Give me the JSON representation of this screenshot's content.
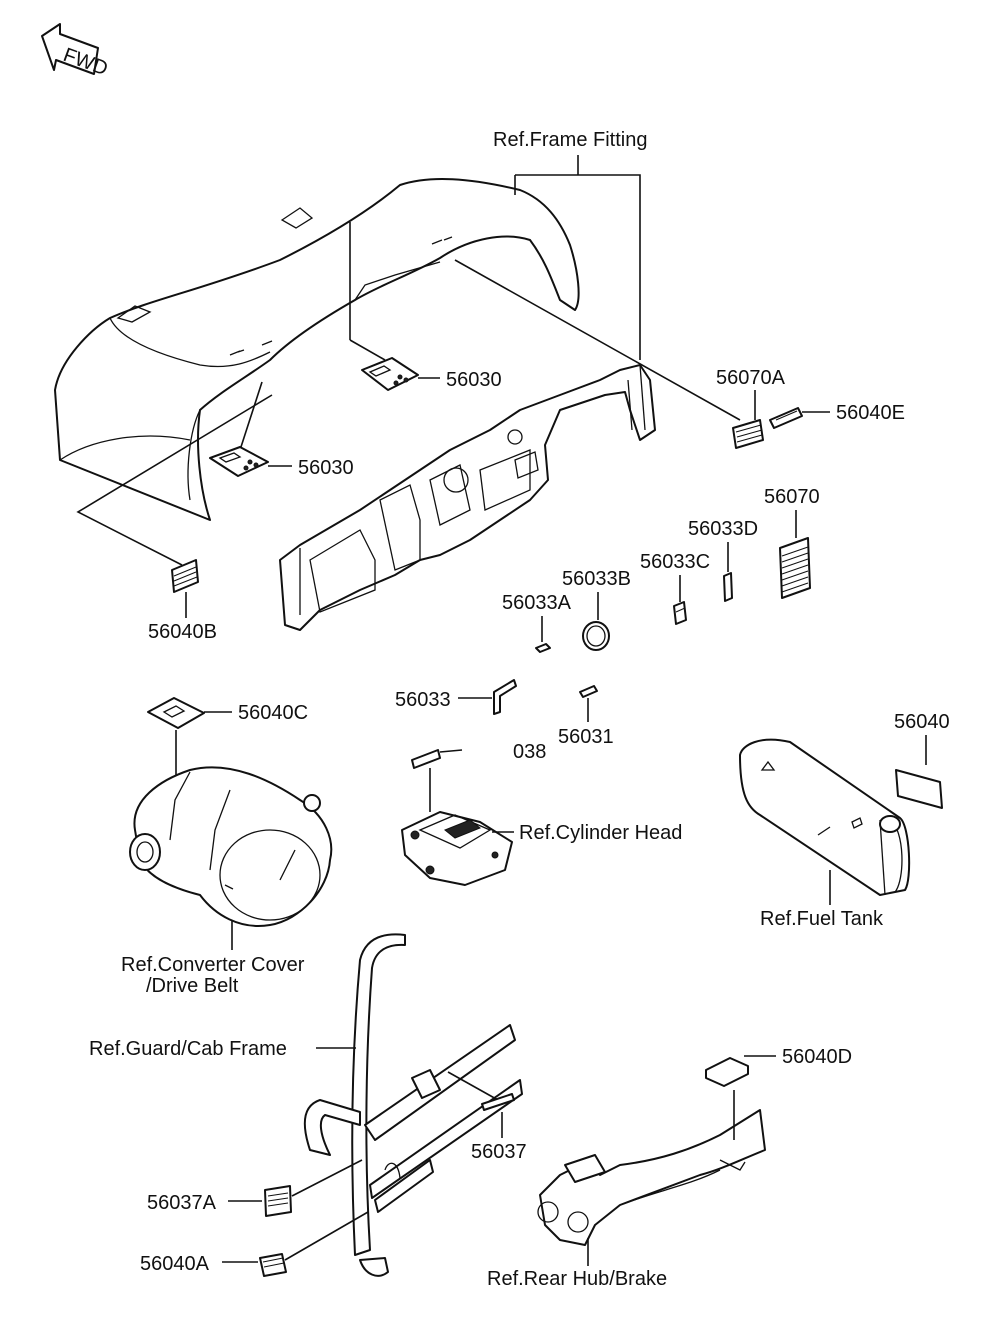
{
  "fwd_label": "FWD",
  "labels": {
    "ref_frame_fitting": "Ref.Frame Fitting",
    "p56030_top": "56030",
    "p56030_mid": "56030",
    "p56070A": "56070A",
    "p56040E": "56040E",
    "p56070": "56070",
    "p56033D": "56033D",
    "p56033C": "56033C",
    "p56033B": "56033B",
    "p56033A": "56033A",
    "p56040B": "56040B",
    "p56040C": "56040C",
    "p56033": "56033",
    "p56031": "56031",
    "p038": "038",
    "p56040": "56040",
    "ref_cylinder_head": "Ref.Cylinder Head",
    "ref_fuel_tank": "Ref.Fuel Tank",
    "ref_converter_cover_1": "Ref.Converter Cover",
    "ref_converter_cover_2": "/Drive Belt",
    "ref_guard_cab_frame": "Ref.Guard/Cab Frame",
    "p56040D": "56040D",
    "p56037": "56037",
    "p56037A": "56037A",
    "p56040A": "56040A",
    "ref_rear_hub_brake": "Ref.Rear Hub/Brake"
  },
  "colors": {
    "line": "#111111",
    "background": "#ffffff"
  }
}
